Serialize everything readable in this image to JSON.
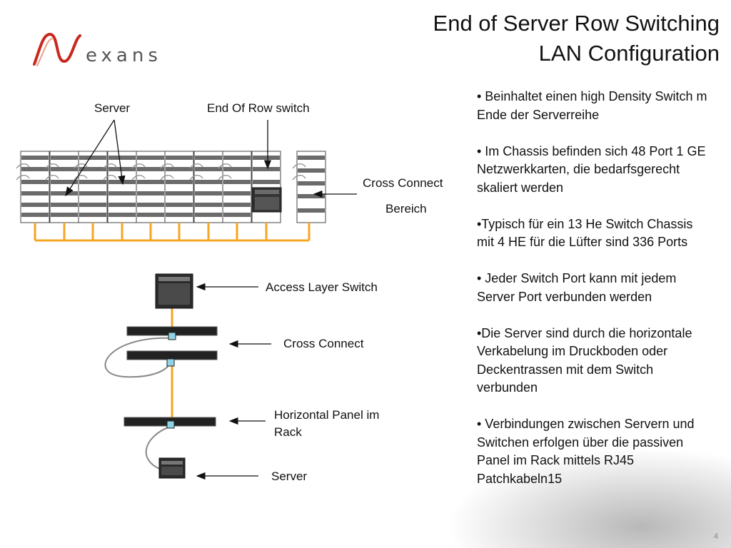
{
  "brand": {
    "name": "exans",
    "accent": "#c8281e"
  },
  "title": {
    "line1": "End of Server Row Switching",
    "line2": "LAN Configuration"
  },
  "labels": {
    "server_top": "Server",
    "end_of_row_switch": "End Of Row switch",
    "cross_connect_bereich_1": "Cross Connect",
    "cross_connect_bereich_2": "Bereich",
    "access_layer_switch": "Access Layer Switch",
    "cross_connect": "Cross Connect",
    "horizontal_panel_1": "Horizontal Panel im",
    "horizontal_panel_2": "Rack",
    "server_bottom": "Server"
  },
  "bullets": [
    "• Beinhaltet einen high Density Switch m Ende der Serverreihe",
    "• Im Chassis befinden sich 48 Port 1 GE Netzwerkkarten, die bedarfsgerecht skaliert werden",
    "•Typisch für ein 13 He Switch Chassis mit 4 HE für die Lüfter sind 336 Ports",
    "• Jeder Switch Port kann mit jedem Server Port verbunden werden",
    "•Die Server sind durch die horizontale Verkabelung im Druckboden oder Deckentrassen mit dem Switch verbunden",
    "• Verbindungen zwischen Servern und Switchen erfolgen über die passiven Panel im Rack mittels  RJ45 Patchkabeln15"
  ],
  "page_number": "4",
  "colors": {
    "cable": "#f5a623",
    "rack": "#555555",
    "panel": "#333333",
    "port": "#8fd3e6"
  }
}
